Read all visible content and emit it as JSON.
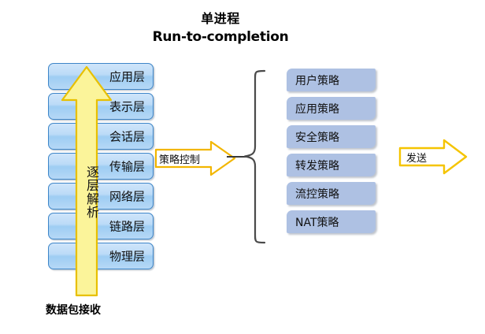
{
  "title": {
    "line1": "单进程",
    "line2": "Run-to-completion"
  },
  "osi_stack": {
    "name": "OSI protocol layer stack",
    "layers": [
      {
        "label": "应用层"
      },
      {
        "label": "表示层"
      },
      {
        "label": "会话层"
      },
      {
        "label": "传输层"
      },
      {
        "label": "网络层"
      },
      {
        "label": "链路层"
      },
      {
        "label": "物理层"
      }
    ]
  },
  "vertical_arrow": {
    "label": "逐层解析",
    "fill_color": "#fbf49a",
    "border_color": "#e8c000",
    "direction": "up"
  },
  "bottom_caption": {
    "label": "数据包接收"
  },
  "policy_control_arrow": {
    "label": "策略控制",
    "fill_color": "#ffffff",
    "border_color": "#f2b600",
    "direction": "right"
  },
  "brace": {
    "name": "left-curly-brace",
    "stroke_color": "#4a4a4a"
  },
  "policy_stack": {
    "name": "policy list",
    "fill_color": "#aec1e3",
    "items": [
      {
        "label": "用户策略"
      },
      {
        "label": "应用策略"
      },
      {
        "label": "安全策略"
      },
      {
        "label": "转发策略"
      },
      {
        "label": "流控策略"
      },
      {
        "label": "NAT策略"
      }
    ]
  },
  "send_arrow": {
    "label": "发送",
    "fill_color": "#ffffff",
    "border_color": "#f5c400",
    "direction": "right"
  }
}
